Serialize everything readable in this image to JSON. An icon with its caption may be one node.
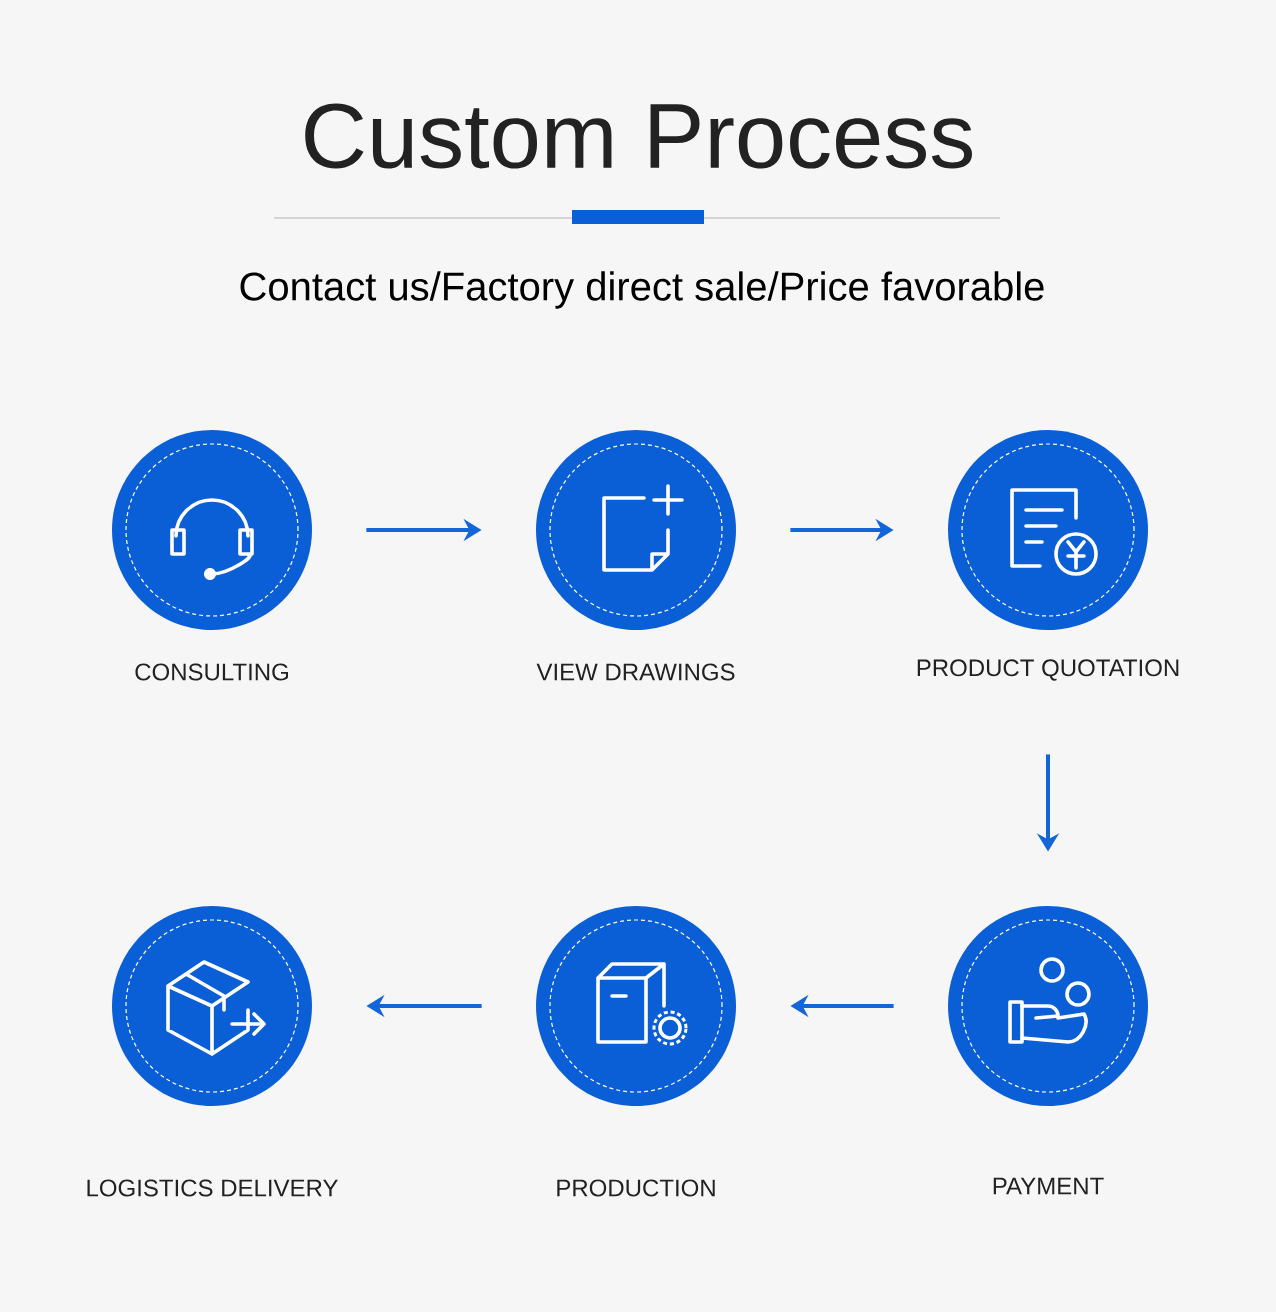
{
  "diagram": {
    "title": "Custom Process",
    "caption": "Contact us/Factory direct sale/Price favorable",
    "nodes": [
      {
        "text": [
          "CONSULTING"
        ]
      },
      {
        "text": [
          "VIEW DRAWINGS"
        ]
      },
      {
        "text": [
          "PRODUCT QUOTATION"
        ]
      },
      {
        "text": [
          "PAYMENT"
        ]
      },
      {
        "text": [
          "PRODUCTION"
        ]
      },
      {
        "text": [
          "LOGISTICS DELIVERY"
        ]
      }
    ],
    "edges": [
      {
        "from": 0,
        "to": 1,
        "arrow": "to"
      },
      {
        "from": 1,
        "to": 2,
        "arrow": "to"
      },
      {
        "from": 2,
        "to": 3,
        "arrow": "to"
      },
      {
        "from": 3,
        "to": 4,
        "arrow": "to"
      },
      {
        "from": 4,
        "to": 5,
        "arrow": "to"
      }
    ]
  }
}
